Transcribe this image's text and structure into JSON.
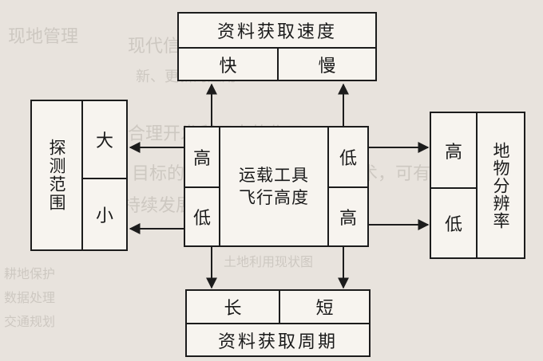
{
  "top_box": {
    "title": "资料获取速度",
    "left": "快",
    "right": "慢"
  },
  "bottom_box": {
    "title": "资料获取周期",
    "left": "长",
    "right": "短"
  },
  "left_box": {
    "label": "探测范围",
    "top": "大",
    "bottom": "小"
  },
  "right_box": {
    "top": "高",
    "bottom": "低",
    "label": "地物分辨率"
  },
  "center_box": {
    "line1": "运载工具",
    "line2": "飞行高度",
    "left_top": "高",
    "left_bottom": "低",
    "right_top": "低",
    "right_bottom": "高"
  },
  "background_text": [
    "现地管理",
    "现代信息技术和持续发展的",
    "新、更新的应用",
    "合理开发利用中的作用",
    "目标的地理系统、地理监测技术，可有效",
    "为可持续发展决策提供支持",
    "耕地保护",
    "数据处理",
    "交通规划",
    "土地利用现状图"
  ],
  "colors": {
    "ink": "#1c1c1c",
    "paper": "#f7f4ef",
    "background": "#e8e3dd"
  }
}
